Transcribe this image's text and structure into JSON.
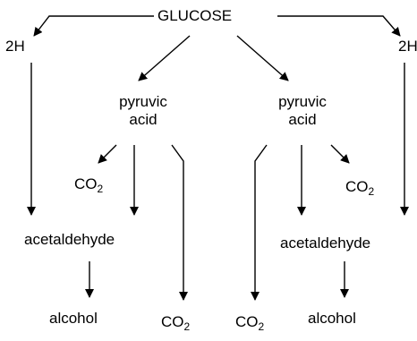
{
  "diagram": {
    "glucose": "GLUCOSE",
    "h2_left": "2H",
    "h2_right": "2H",
    "pyruvic_left": {
      "line1": "pyruvic",
      "line2": "acid"
    },
    "pyruvic_right": {
      "line1": "pyruvic",
      "line2": "acid"
    },
    "acetaldehyde_left": "acetaldehyde",
    "acetaldehyde_right": "acetaldehyde",
    "alcohol_left": "alcohol",
    "alcohol_right": "alcohol",
    "co2_base": "CO",
    "co2_sub": "2"
  },
  "colors": {
    "stroke": "#000000",
    "background": "#ffffff"
  }
}
